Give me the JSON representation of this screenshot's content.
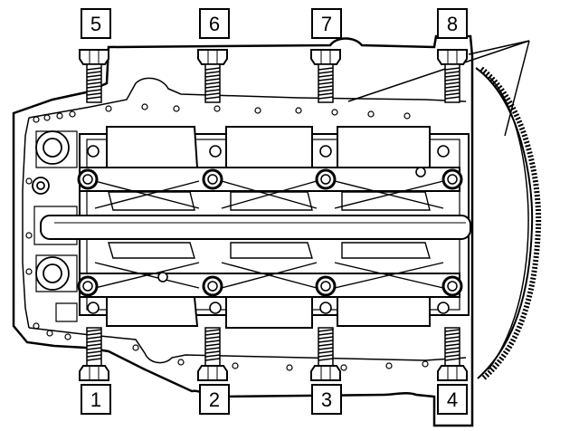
{
  "diagram": {
    "kind": "engine block / bedplate bolt tightening sequence",
    "colors": {
      "ink": "#000000",
      "paper": "#ffffff"
    },
    "bolt_labels": {
      "b1": "1",
      "b2": "2",
      "b3": "3",
      "b4": "4",
      "b5": "5",
      "b6": "6",
      "b7": "7",
      "b8": "8"
    }
  }
}
